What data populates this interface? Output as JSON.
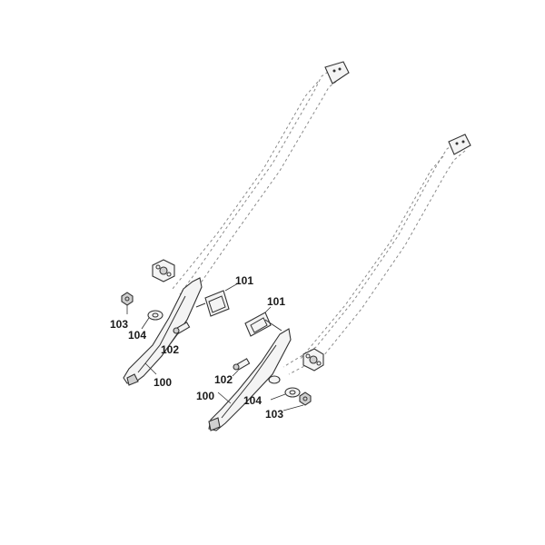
{
  "labels": {
    "l101": "101",
    "l102": "102",
    "l103": "103",
    "l104": "104",
    "l100": "100"
  },
  "colors": {
    "line": "#333333",
    "dashed": "#8a8a8a",
    "fill": "#f4f4f4"
  }
}
